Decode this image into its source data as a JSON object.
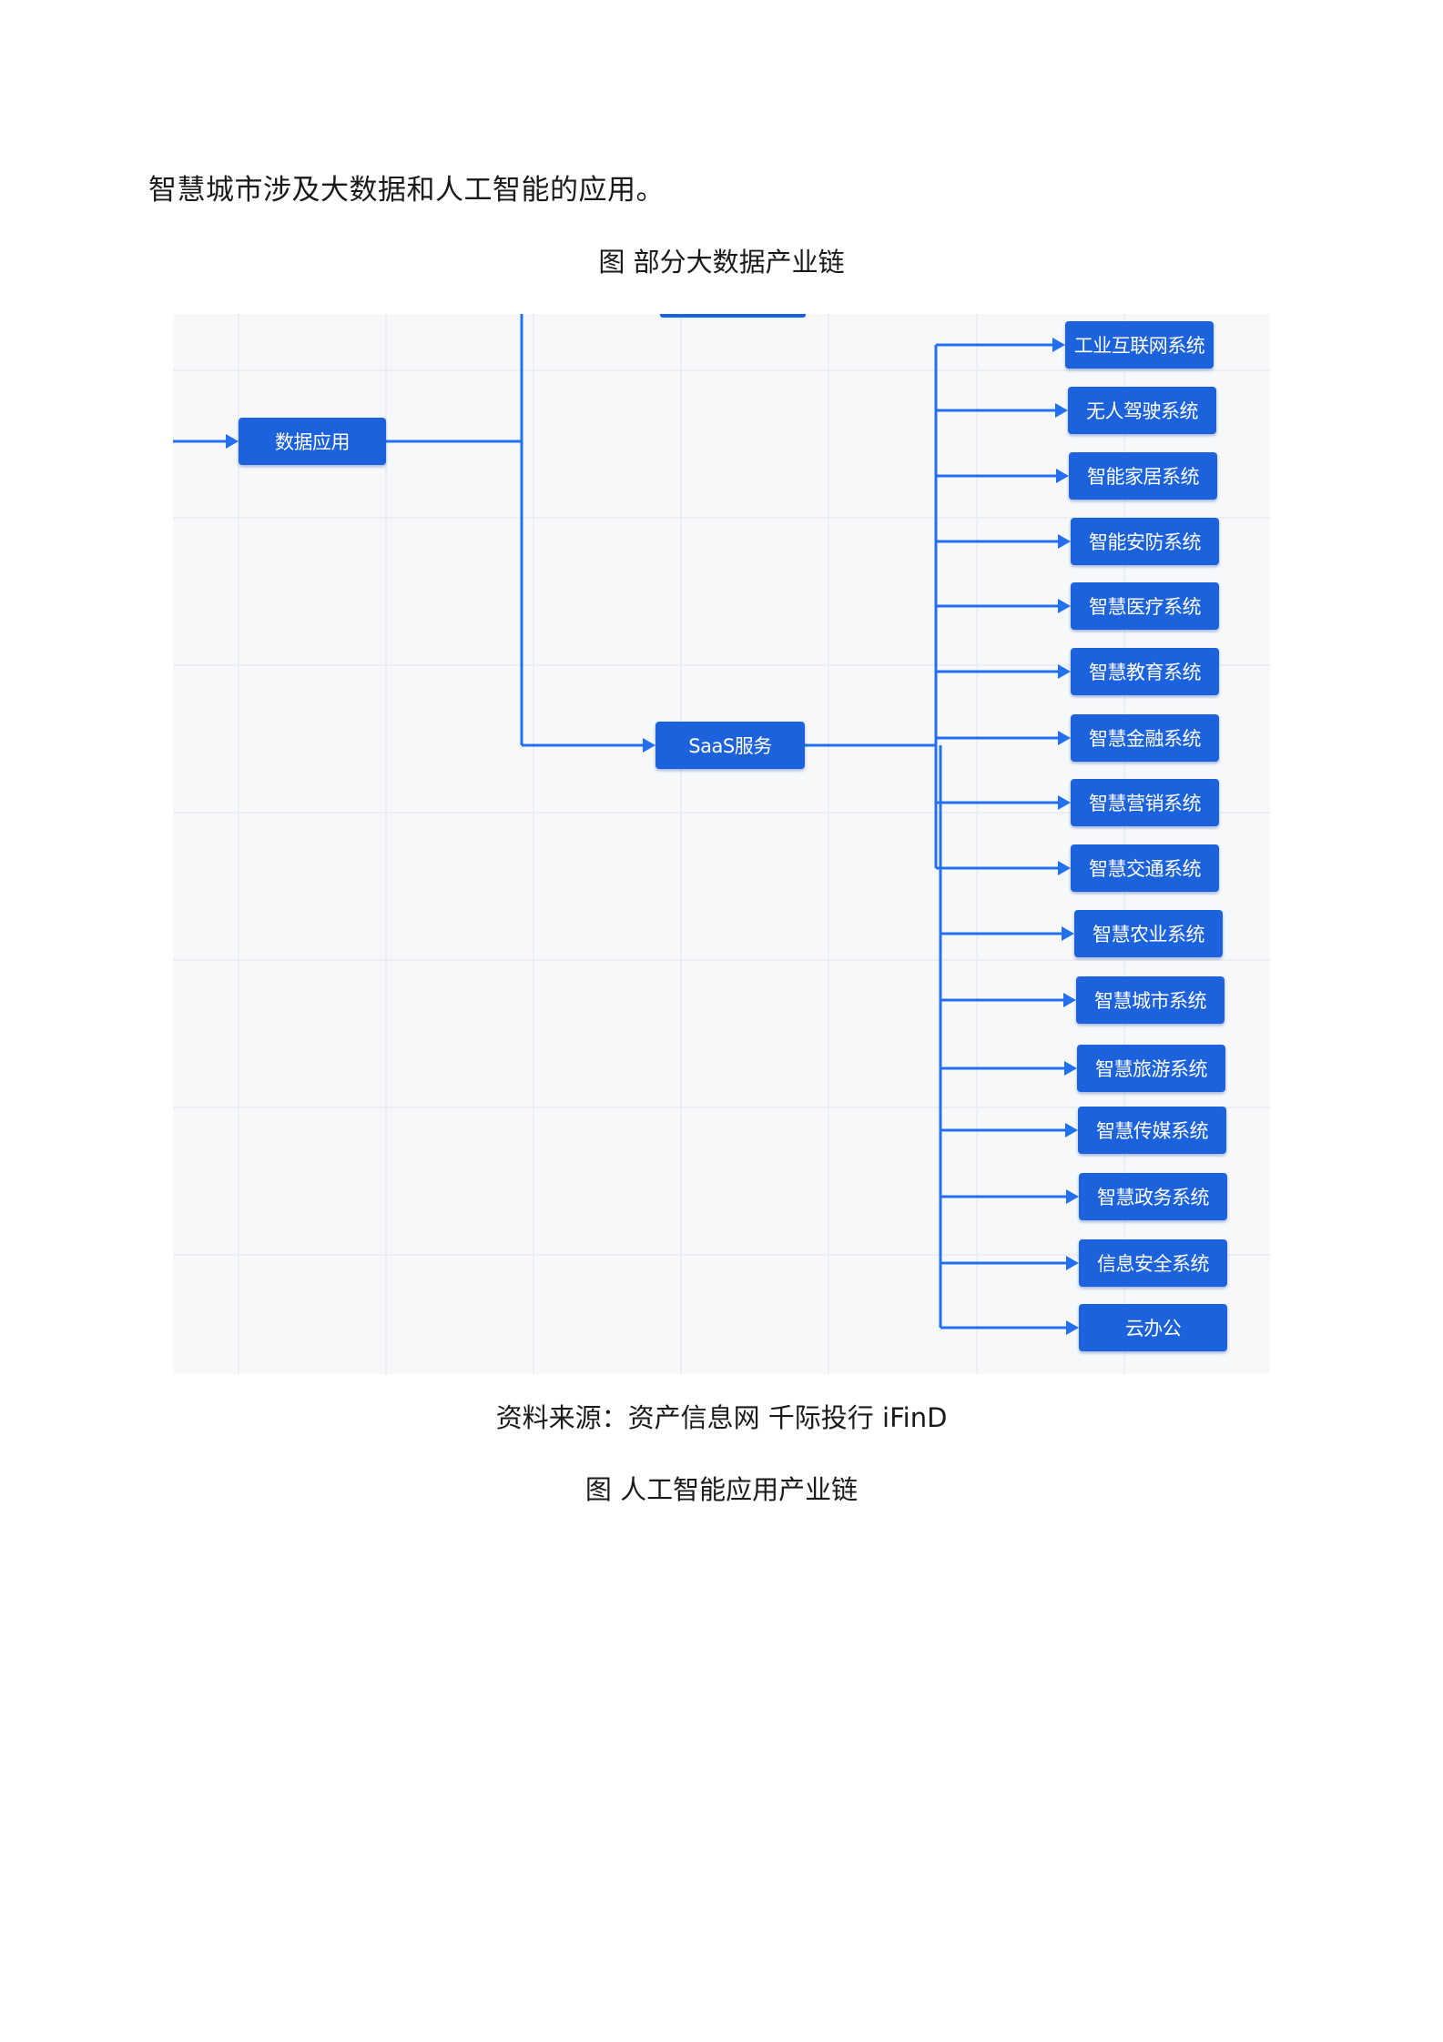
{
  "intro_text": "智慧城市涉及大数据和人工智能的应用。",
  "figure_title": "图 部分大数据产业链",
  "chain": {
    "data_app": "数据应用",
    "saas": "SaaS服务",
    "systems": [
      "工业互联网系统",
      "无人驾驶系统",
      "智能家居系统",
      "智能安防系统",
      "智慧医疗系统",
      "智慧教育系统",
      "智慧金融系统",
      "智慧营销系统",
      "智慧交通系统",
      "智慧农业系统",
      "智慧城市系统",
      "智慧旅游系统",
      "智慧传媒系统",
      "智慧政务系统",
      "信息安全系统",
      "云办公"
    ]
  },
  "source_text": "资料来源：资产信息网 千际投行 iFinD",
  "next_figure_title": "图 人工智能应用产业链",
  "colors": {
    "node": "#1d62dd",
    "line": "#2370ee",
    "canvas": "#f7f8fa"
  }
}
